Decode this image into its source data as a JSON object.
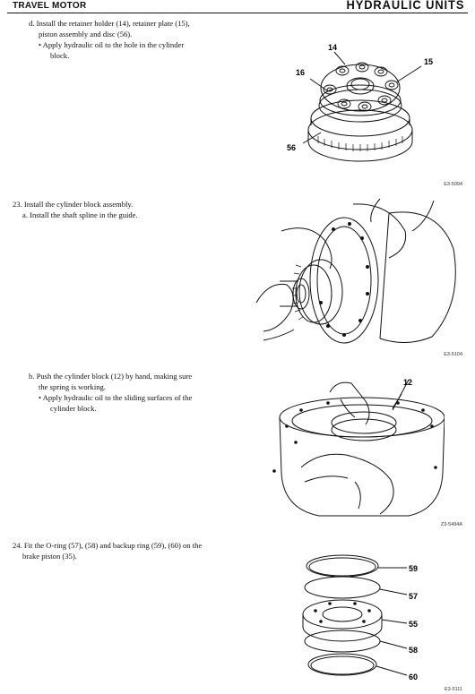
{
  "header": {
    "section": "TRAVEL MOTOR",
    "title": "HYDRAULIC UNITS"
  },
  "step_d": {
    "line1": "d. Install the retainer holder (14), retainer plate (15),",
    "line2": "piston assembly and disc (56).",
    "bullet1": "• Apply hydraulic oil to the hole in the cylinder",
    "bullet2": "block."
  },
  "fig1": {
    "labels": [
      "14",
      "16",
      "15",
      "56"
    ],
    "code": "E3-5094"
  },
  "step23": {
    "title": "23. Install the cylinder block assembly.",
    "sub_a": "a. Install the shaft spline in the guide."
  },
  "fig2": {
    "code": "E3-5104"
  },
  "step_b": {
    "line1": "b. Push the cylinder block (12) by hand, making sure",
    "line2": "the spring is working.",
    "bullet1": "• Apply hydraulic oil to the sliding surfaces of the",
    "bullet2": "cylinder block."
  },
  "fig3": {
    "labels": [
      "12"
    ],
    "code": "Z3-5494A"
  },
  "step24": {
    "line1": "24. Fit the O-ring (57), (58) and backup ring (59), (60) on the",
    "line2": "brake piston (35)."
  },
  "fig4": {
    "labels": [
      "59",
      "57",
      "55",
      "58",
      "60"
    ],
    "code": "E3-5111"
  }
}
